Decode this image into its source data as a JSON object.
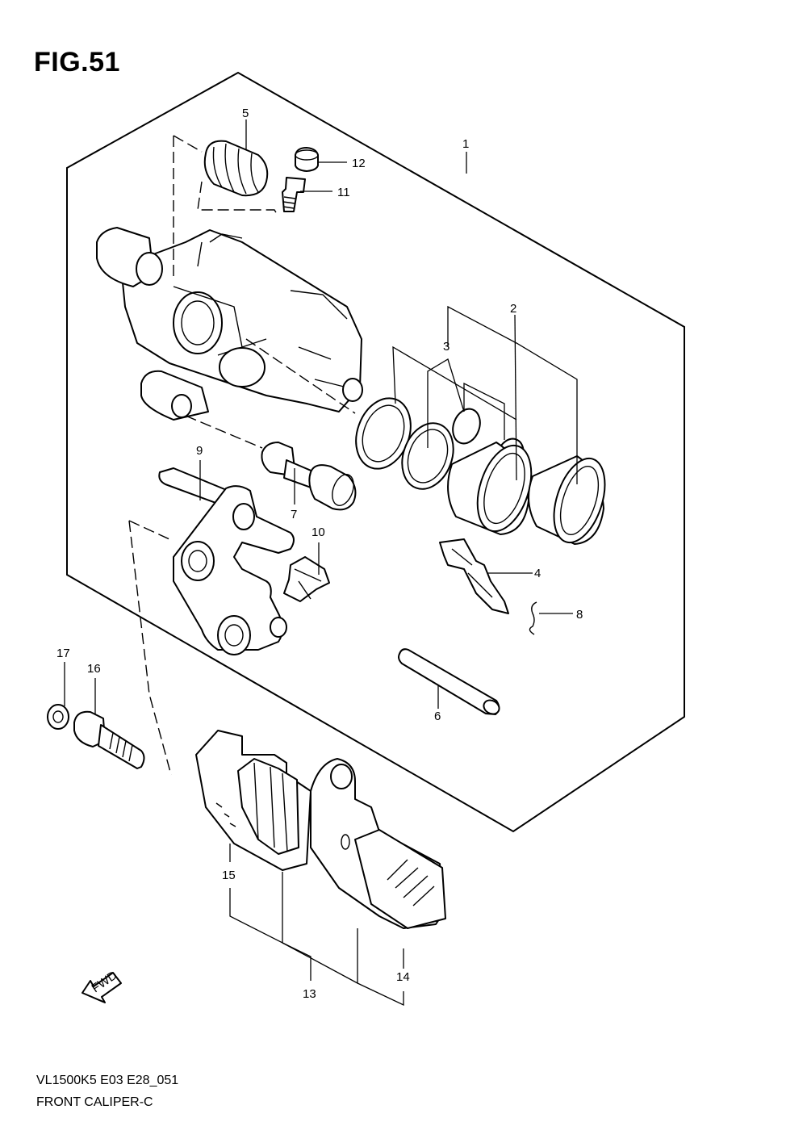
{
  "figure": {
    "title": "FIG.51",
    "code": "VL1500K5 E03 E28_051",
    "name": "FRONT CALIPER-C"
  },
  "callouts": [
    {
      "id": "1",
      "label": "1"
    },
    {
      "id": "2",
      "label": "2"
    },
    {
      "id": "3",
      "label": "3"
    },
    {
      "id": "4",
      "label": "4"
    },
    {
      "id": "5",
      "label": "5"
    },
    {
      "id": "6",
      "label": "6"
    },
    {
      "id": "7",
      "label": "7"
    },
    {
      "id": "8",
      "label": "8"
    },
    {
      "id": "9",
      "label": "9"
    },
    {
      "id": "10",
      "label": "10"
    },
    {
      "id": "11",
      "label": "11"
    },
    {
      "id": "12",
      "label": "12"
    },
    {
      "id": "13",
      "label": "13"
    },
    {
      "id": "14",
      "label": "14"
    },
    {
      "id": "15",
      "label": "15"
    },
    {
      "id": "16",
      "label": "16"
    },
    {
      "id": "17",
      "label": "17"
    }
  ],
  "direction_marker": {
    "text": "FWD",
    "icon": "forward-arrow-icon"
  }
}
